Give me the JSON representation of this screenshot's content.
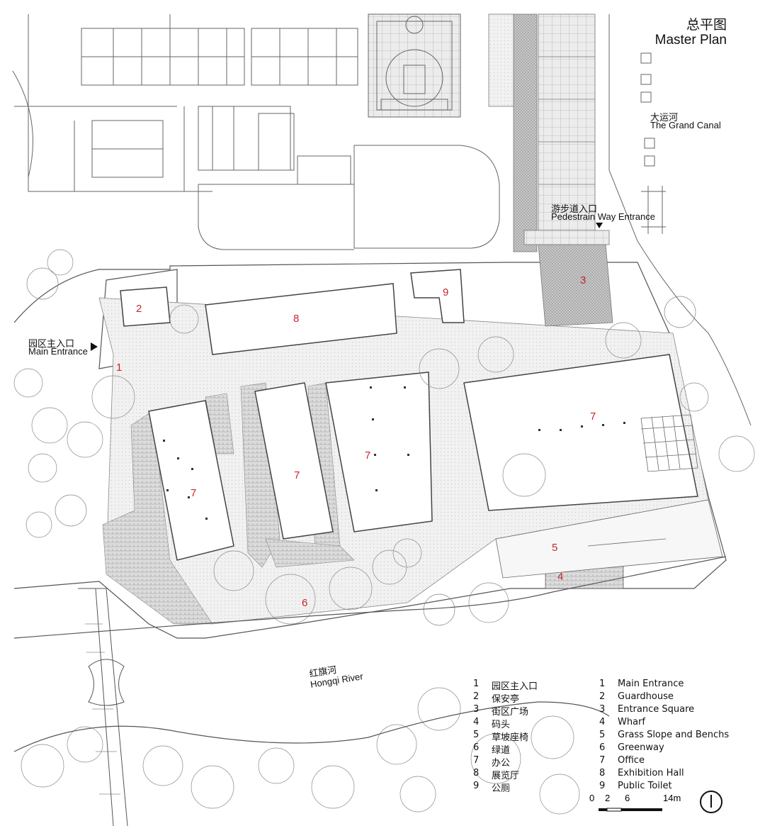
{
  "title": {
    "zh": "总平图",
    "en": "Master Plan"
  },
  "places": {
    "grand_canal": {
      "zh": "大运河",
      "en": "The Grand Canal"
    },
    "pedestrian": {
      "zh": "游步道入口",
      "en": "Pedestrain Way Entrance"
    },
    "main_entrance": {
      "zh": "园区主入口",
      "en": "Main Entrance"
    },
    "river": {
      "zh": "红旗河",
      "en": "Hongqi River"
    }
  },
  "zone_numbers": {
    "n1": "1",
    "n2": "2",
    "n3": "3",
    "n4": "4",
    "n5": "5",
    "n6": "6",
    "n7a": "7",
    "n7b": "7",
    "n7c": "7",
    "n7d": "7",
    "n8": "8",
    "n9": "9"
  },
  "legend": [
    {
      "num": "1",
      "zh": "园区主入口",
      "en": "Main Entrance"
    },
    {
      "num": "2",
      "zh": "保安亭",
      "en": "Guardhouse"
    },
    {
      "num": "3",
      "zh": "街区广场",
      "en": "Entrance Square"
    },
    {
      "num": "4",
      "zh": "码头",
      "en": "Wharf"
    },
    {
      "num": "5",
      "zh": "草坡座椅",
      "en": "Grass Slope and Benchs"
    },
    {
      "num": "6",
      "zh": "绿道",
      "en": "Greenway"
    },
    {
      "num": "7",
      "zh": "办公",
      "en": "Office"
    },
    {
      "num": "8",
      "zh": "展览厅",
      "en": "Exhibition Hall"
    },
    {
      "num": "9",
      "zh": "公厕",
      "en": "Public Toilet"
    }
  ],
  "scale_bar": {
    "t0": "0",
    "t1": "2",
    "t2": "6",
    "t3": "14m"
  },
  "colors": {
    "line": "#555555",
    "paving": "#e6e6e6",
    "brick": "#cfcfcf",
    "accent": "#c8262c"
  }
}
